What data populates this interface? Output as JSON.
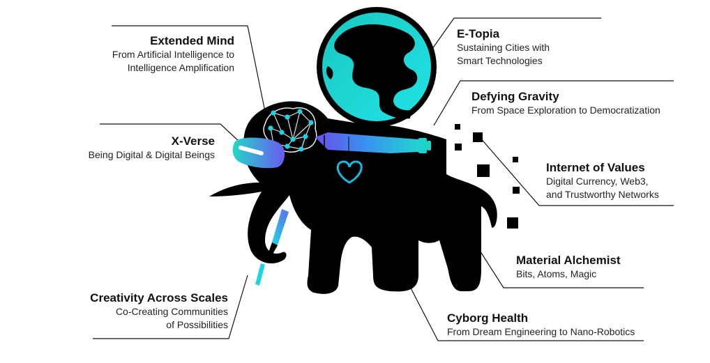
{
  "labels": {
    "extended_mind": {
      "title": "Extended Mind",
      "lines": [
        "From Artificial Intelligence to",
        "Intelligence Amplification"
      ]
    },
    "x_verse": {
      "title": "X-Verse",
      "lines": [
        "Being Digital & Digital Beings"
      ]
    },
    "creativity": {
      "title": "Creativity Across Scales",
      "lines": [
        "Co-Creating Communities",
        "of Possibilities"
      ]
    },
    "e_topia": {
      "title": "E-Topia",
      "lines": [
        "Sustaining Cities with",
        "Smart Technologies"
      ]
    },
    "defying_gravity": {
      "title": "Defying Gravity",
      "lines": [
        "From Space Exploration to Democratization"
      ]
    },
    "internet_values": {
      "title": "Internet of Values",
      "lines": [
        "Digital Currency, Web3,",
        "and Trustworthy Networks"
      ]
    },
    "material_alchemist": {
      "title": "Material Alchemist",
      "lines": [
        "Bits, Atoms, Magic"
      ]
    },
    "cyborg_health": {
      "title": "Cyborg Health",
      "lines": [
        "From Dream Engineering to Nano-Robotics"
      ]
    }
  },
  "colors": {
    "elephant": "#000000",
    "cyan": "#17d6d6",
    "globe_ocean": "#1ad1cd",
    "purple": "#5b5ee8",
    "heart": "#1ab8e0"
  }
}
